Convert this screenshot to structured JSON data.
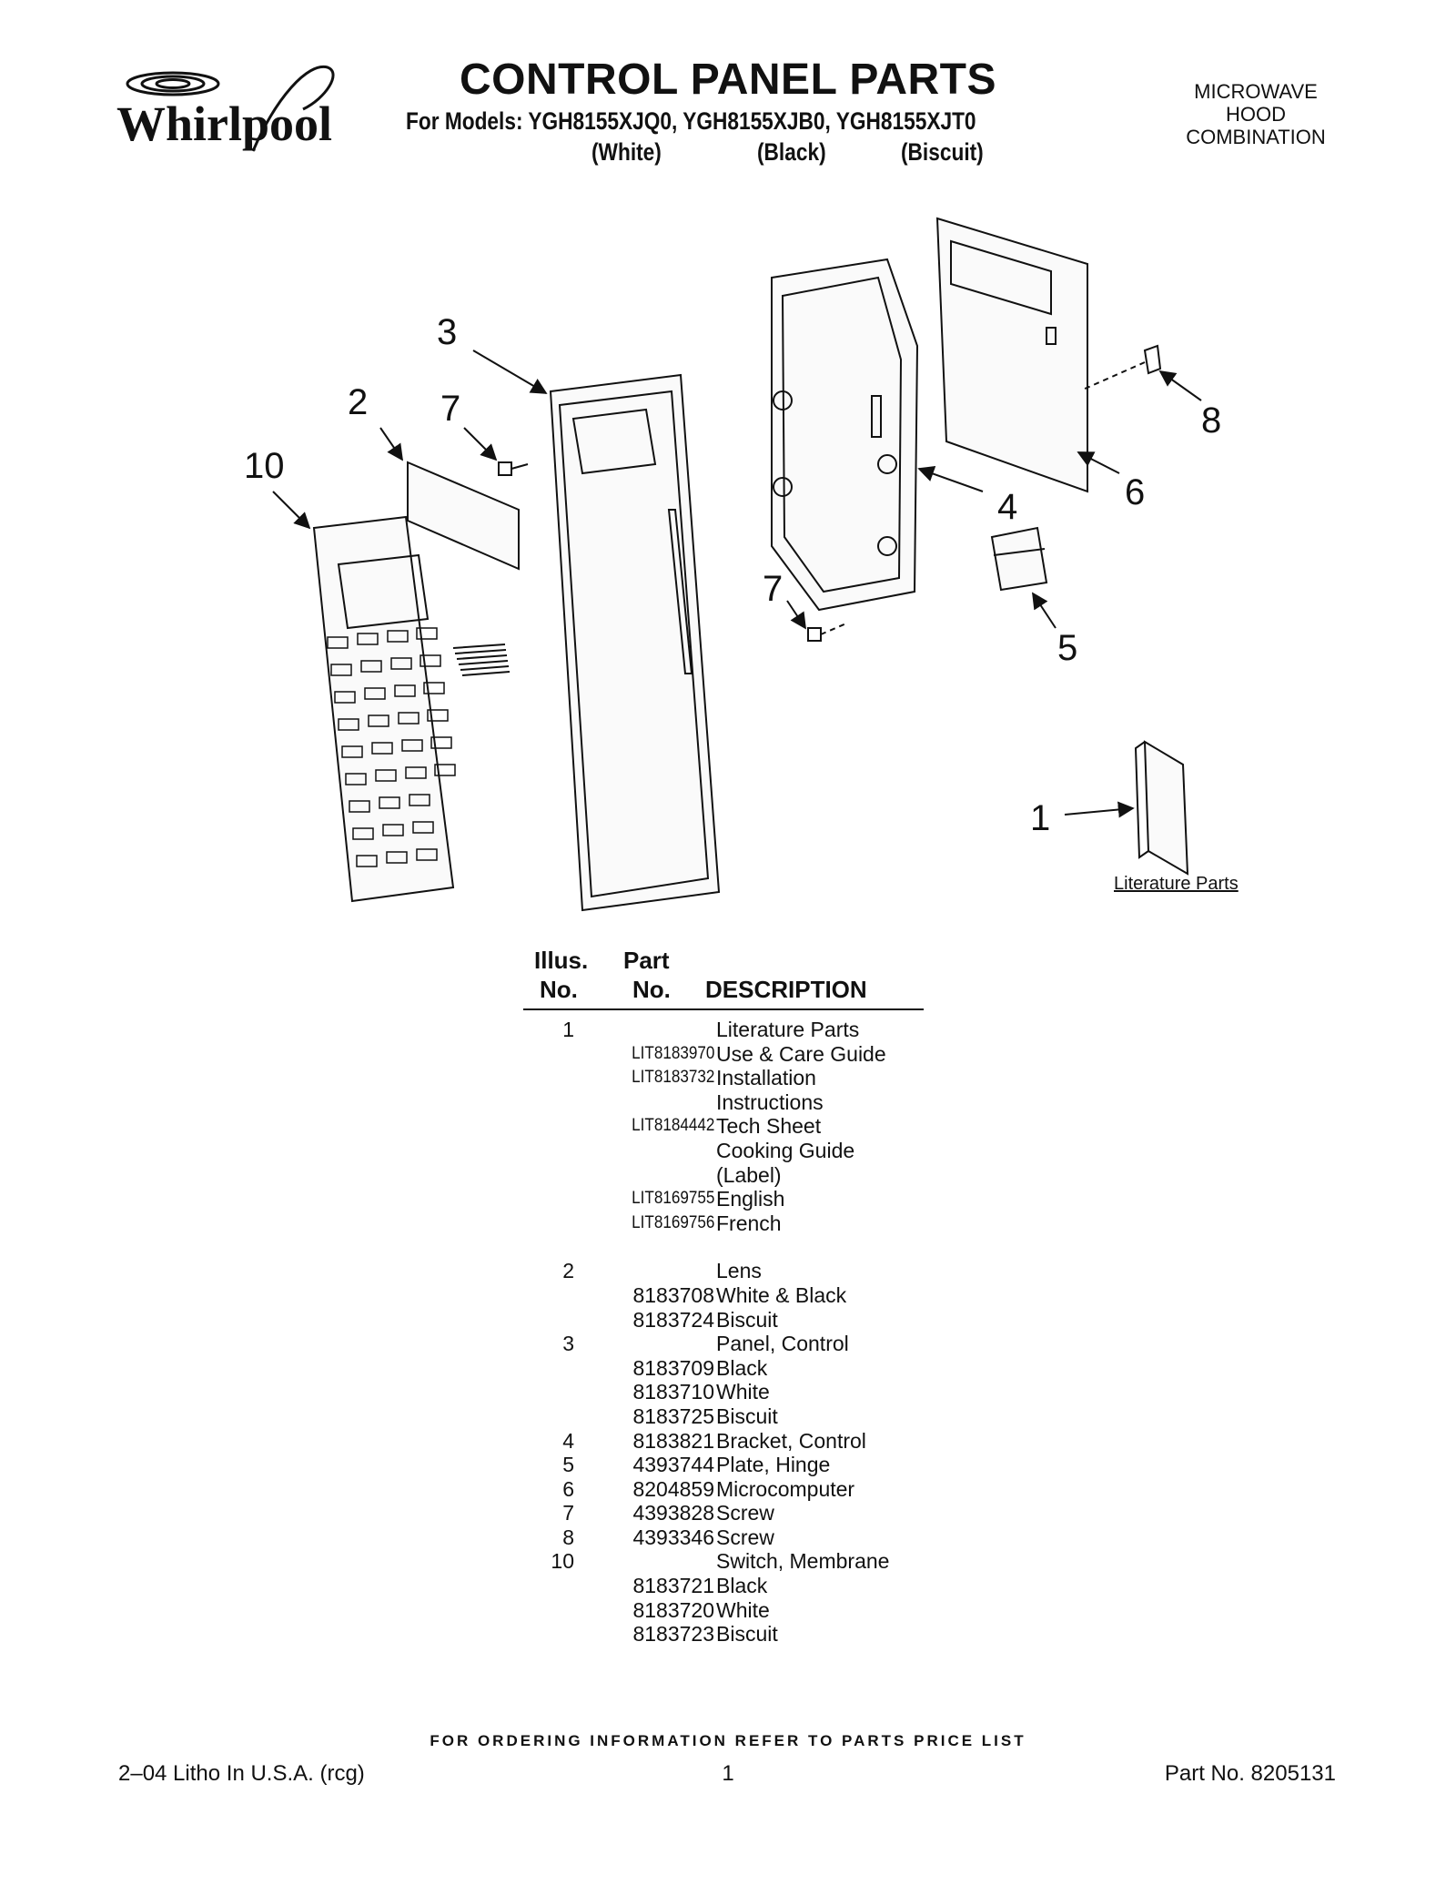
{
  "header": {
    "brand_logo": "Whirlpool",
    "title": "CONTROL PANEL PARTS",
    "models_line": "For Models: YGH8155XJQ0, YGH8155XJB0, YGH8155XJT0",
    "colors": [
      "(White)",
      "(Black)",
      "(Biscuit)"
    ],
    "product_type": [
      "MICROWAVE",
      "HOOD",
      "COMBINATION"
    ]
  },
  "diagram": {
    "callouts": [
      "3",
      "2",
      "7",
      "10",
      "4",
      "6",
      "8",
      "7",
      "5",
      "1"
    ],
    "literature_caption": "Literature Parts"
  },
  "table": {
    "headers": {
      "illus_line1": "Illus.",
      "illus_line2": "No.",
      "part_line1": "Part",
      "part_line2": "No.",
      "description": "DESCRIPTION"
    },
    "rows": [
      {
        "illus": "1",
        "part": "",
        "desc": "Literature Parts"
      },
      {
        "illus": "",
        "part": "LIT8183970",
        "desc": "Use & Care Guide"
      },
      {
        "illus": "",
        "part": "LIT8183732",
        "desc": "Installation"
      },
      {
        "illus": "",
        "part": "",
        "desc": "Instructions"
      },
      {
        "illus": "",
        "part": "LIT8184442",
        "desc": "Tech Sheet"
      },
      {
        "illus": "",
        "part": "",
        "desc": "Cooking Guide"
      },
      {
        "illus": "",
        "part": "",
        "desc": "(Label)"
      },
      {
        "illus": "",
        "part": "LIT8169755",
        "desc": "English"
      },
      {
        "illus": "",
        "part": "LIT8169756",
        "desc": "French"
      },
      {
        "illus": "2",
        "part": "",
        "desc": "Lens"
      },
      {
        "illus": "",
        "part": "8183708",
        "desc": "White & Black"
      },
      {
        "illus": "",
        "part": "8183724",
        "desc": "Biscuit"
      },
      {
        "illus": "3",
        "part": "",
        "desc": "Panel, Control"
      },
      {
        "illus": "",
        "part": "8183709",
        "desc": "Black"
      },
      {
        "illus": "",
        "part": "8183710",
        "desc": "White"
      },
      {
        "illus": "",
        "part": "8183725",
        "desc": "Biscuit"
      },
      {
        "illus": "4",
        "part": "8183821",
        "desc": "Bracket, Control"
      },
      {
        "illus": "5",
        "part": "4393744",
        "desc": "Plate, Hinge"
      },
      {
        "illus": "6",
        "part": "8204859",
        "desc": "Microcomputer"
      },
      {
        "illus": "7",
        "part": "4393828",
        "desc": "Screw"
      },
      {
        "illus": "8",
        "part": "4393346",
        "desc": "Screw"
      },
      {
        "illus": "10",
        "part": "",
        "desc": "Switch, Membrane"
      },
      {
        "illus": "",
        "part": "8183721",
        "desc": "Black"
      },
      {
        "illus": "",
        "part": "8183720",
        "desc": "White"
      },
      {
        "illus": "",
        "part": "8183723",
        "desc": "Biscuit"
      }
    ]
  },
  "footer": {
    "ordering_info": "FOR ORDERING INFORMATION REFER TO PARTS PRICE LIST",
    "litho": "2–04 Litho In U.S.A. (rcg)",
    "page_number": "1",
    "part_number": "Part No. 8205131"
  }
}
